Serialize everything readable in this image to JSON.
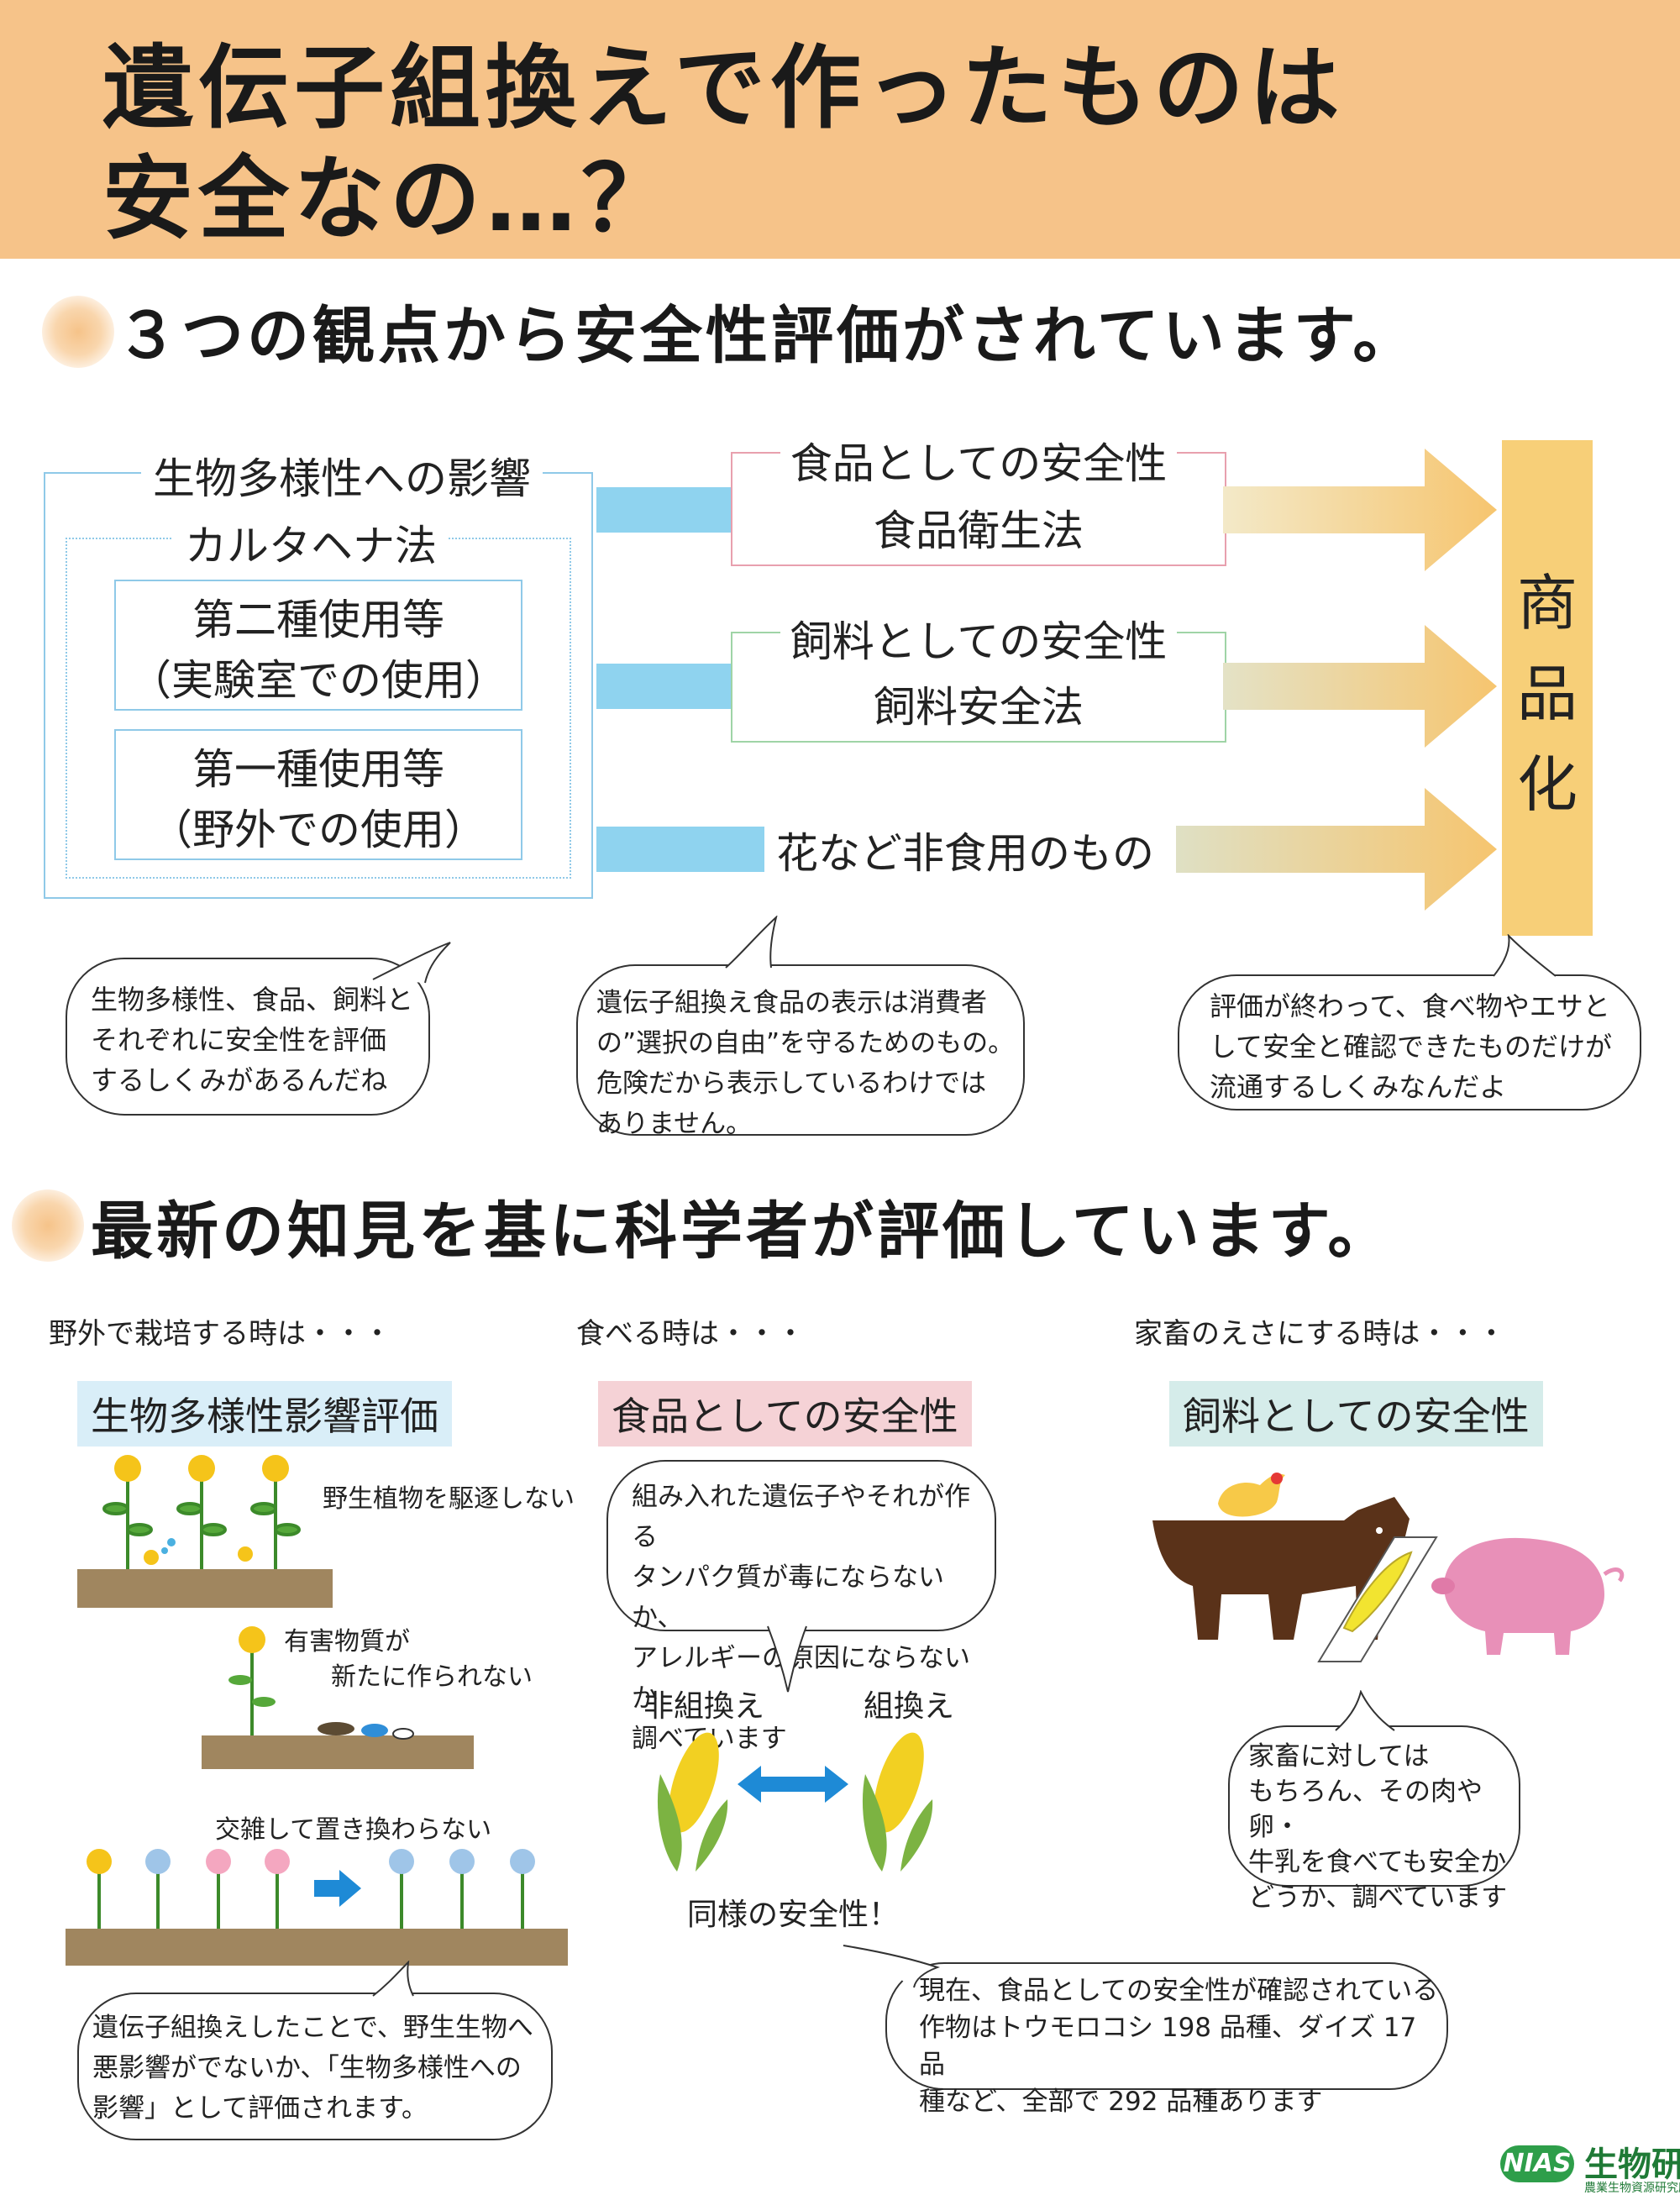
{
  "header": {
    "title_line1": "遺伝子組換えで作ったものは",
    "title_line2": "安全なの…？"
  },
  "section1": {
    "heading": "３つの観点から安全性評価がされています。",
    "biodiversity_label": "生物多様性への影響",
    "cartagena_label": "カルタヘナ法",
    "type2_line1": "第二種使用等",
    "type2_line2": "（実験室での使用）",
    "type1_line1": "第一種使用等",
    "type1_line2": "（野外での使用）",
    "food_line1": "食品としての安全性",
    "food_line2": "食品衛生法",
    "feed_line1": "飼料としての安全性",
    "feed_line2": "飼料安全法",
    "nonfood": "花など非食用のもの",
    "commercial": [
      "商",
      "品",
      "化"
    ],
    "bubble_left": [
      "生物多様性、食品、飼料と",
      "それぞれに安全性を評価",
      "するしくみがあるんだね"
    ],
    "bubble_mid": [
      "遺伝子組換え食品の表示は消費者",
      "の”選択の自由”を守るためのもの。",
      "危険だから表示しているわけでは",
      "ありません。"
    ],
    "bubble_right": [
      "評価が終わって、食べ物やエサと",
      "して安全と確認できたものだけが",
      "流通するしくみなんだよ"
    ]
  },
  "section2": {
    "heading": "最新の知見を基に科学者が評価しています。",
    "col1": {
      "intro": "野外で栽培する時は・・・",
      "tag": "生物多様性影響評価",
      "note1": "野生植物を駆逐しない",
      "note2_line1": "有害物質が",
      "note2_line2": "新たに作られない",
      "note3": "交雑して置き換わらない",
      "bubble": [
        "遺伝子組換えしたことで、野生生物へ",
        "悪影響がでないか、「生物多様性への",
        "影響」として評価されます。"
      ]
    },
    "col2": {
      "intro": "食べる時は・・・",
      "tag": "食品としての安全性",
      "bubble_top": [
        "組み入れた遺伝子やそれが作る",
        "タンパク質が毒にならないか、",
        "アレルギーの原因にならないか",
        "調べています"
      ],
      "label_nongm": "非組換え",
      "label_gm": "組換え",
      "same": "同様の安全性！",
      "bubble_bottom": [
        "現在、食品としての安全性が確認されている",
        "作物はトウモロコシ 198 品種、ダイズ 17 品",
        "種など、全部で 292 品種あります"
      ]
    },
    "col3": {
      "intro": "家畜のえさにする時は・・・",
      "tag": "飼料としての安全性",
      "bubble": [
        "家畜に対しては",
        "もちろん、その肉や卵・",
        "牛乳を食べても安全か",
        "どうか、調べています"
      ]
    }
  },
  "footer": {
    "logo_text": "NIAS",
    "org_name": "生物研",
    "org_sub": "農業生物資源研究所"
  },
  "colors": {
    "header_bg": "#f6c389",
    "arrow": "#f6c56f",
    "commercial_bg": "#f7cf78",
    "cyan_bar": "#8fd3ef"
  }
}
